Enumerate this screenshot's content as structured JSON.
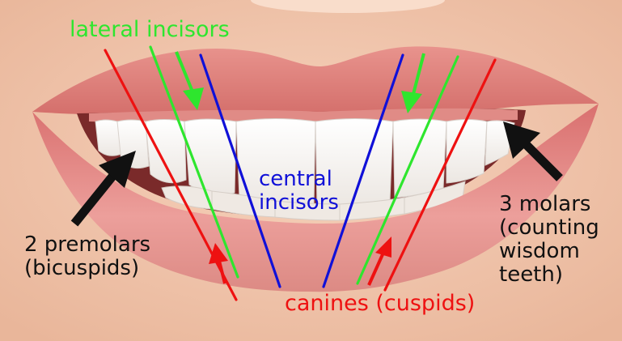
{
  "labels": {
    "lateral": {
      "text": "lateral incisors"
    },
    "central": {
      "line1": "central",
      "line2": "incisors"
    },
    "premolars": {
      "line1": "2 premolars",
      "line2": "(bicuspids)"
    },
    "molars": {
      "line1": "3 molars",
      "line2": "(counting",
      "line3": "wisdom",
      "line4": "teeth)"
    },
    "canines": {
      "text": "canines (cuspids)"
    }
  },
  "colors": {
    "lateral": "#2ee62e",
    "central": "#1010d8",
    "canines": "#ee1111",
    "premolars": "#111111",
    "molars": "#111111"
  }
}
